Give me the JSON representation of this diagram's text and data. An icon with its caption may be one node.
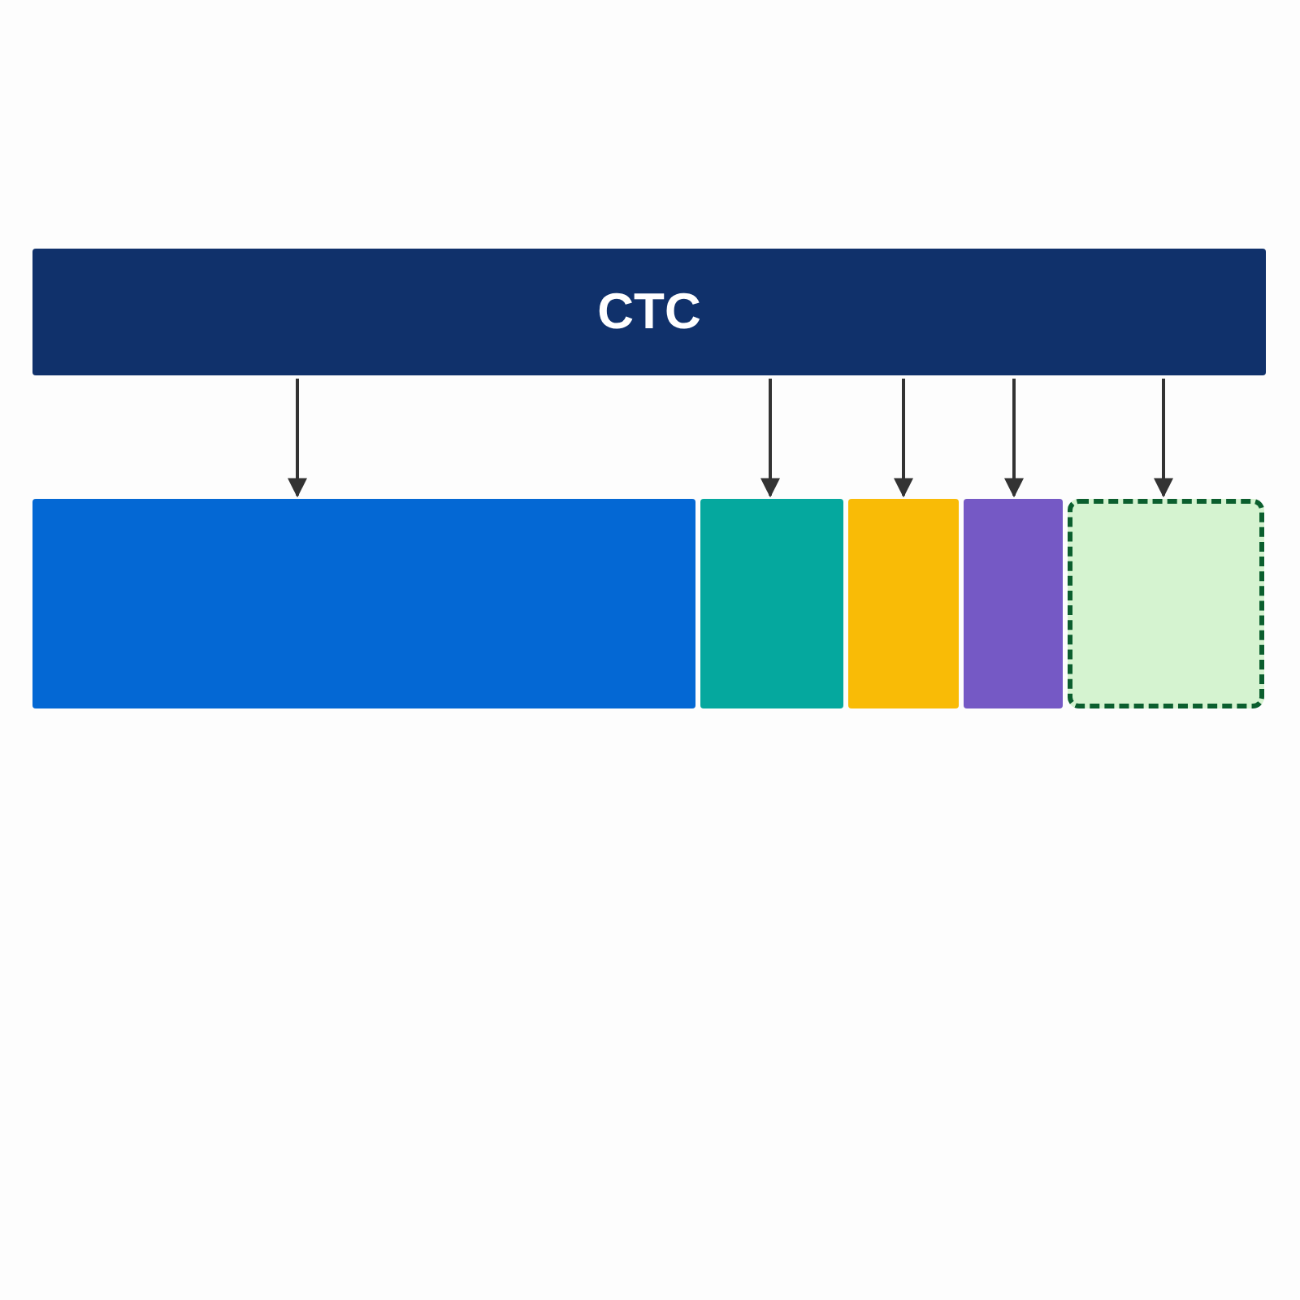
{
  "diagram": {
    "nodes": [
      {
        "text": [
          "CTC"
        ]
      },
      {
        "text": [],
        "shape": "bar"
      },
      {
        "text": [],
        "shape": "bar"
      },
      {
        "text": [],
        "shape": "bar"
      },
      {
        "text": [],
        "shape": "bar"
      },
      {
        "text": [],
        "shape": "box"
      }
    ],
    "edges": [
      {
        "from": 0,
        "to": 1,
        "arrow": "to"
      },
      {
        "from": 0,
        "to": 2,
        "arrow": "to"
      },
      {
        "from": 0,
        "to": 3,
        "arrow": "to"
      },
      {
        "from": 0,
        "to": 4,
        "arrow": "to"
      },
      {
        "from": 0,
        "to": 5,
        "arrow": "to"
      }
    ]
  }
}
